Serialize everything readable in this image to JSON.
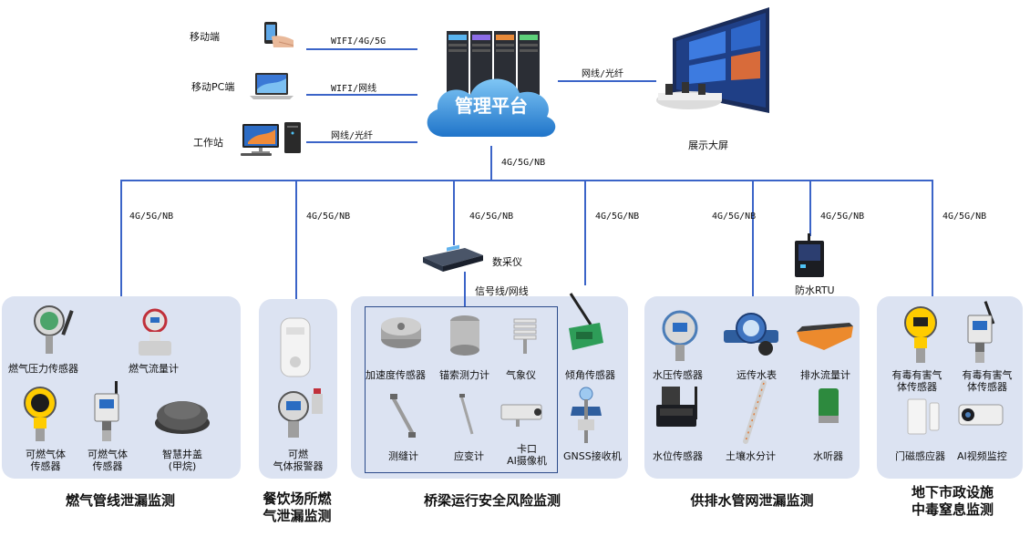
{
  "top": {
    "mobile_label": "移动端",
    "mobile_link": "WIFI/4G/5G",
    "pc_label": "移动PC端",
    "pc_link": "WIFI/网线",
    "workstation_label": "工作站",
    "workstation_link": "网线/光纤",
    "platform_label": "管理平台",
    "screen_link": "网线/光纤",
    "screen_label": "展示大屏",
    "trunk_link": "4G/5G/NB"
  },
  "branch_link": "4G/5G/NB",
  "collector": {
    "label": "数采仪",
    "link": "信号线/网线"
  },
  "rtu_label": "防水RTU",
  "groups": {
    "gas": {
      "title": "燃气管线泄漏监测",
      "items": [
        "燃气压力传感器",
        "燃气流量计",
        "可燃气体\n传感器",
        "可燃气体\n传感器",
        "智慧井盖\n(甲烷)"
      ]
    },
    "restaurant": {
      "title": "餐饮场所燃\n气泄漏监测",
      "items": [
        "可燃\n气体报警器"
      ]
    },
    "bridge": {
      "title": "桥梁运行安全风险监测",
      "items": [
        "加速度传感器",
        "锚索测力计",
        "气象仪",
        "测缝计",
        "应变计",
        "卡口\nAI摄像机",
        "倾角传感器",
        "GNSS接收机"
      ]
    },
    "water": {
      "title": "供排水管网泄漏监测",
      "items": [
        "水压传感器",
        "远传水表",
        "排水流量计",
        "水位传感器",
        "土壤水分计",
        "水听器"
      ]
    },
    "underground": {
      "title": "地下市政设施\n中毒窒息监测",
      "items": [
        "有毒有害气\n体传感器",
        "有毒有害气\n体传感器",
        "门磁感应器",
        "AI视频监控"
      ]
    }
  }
}
